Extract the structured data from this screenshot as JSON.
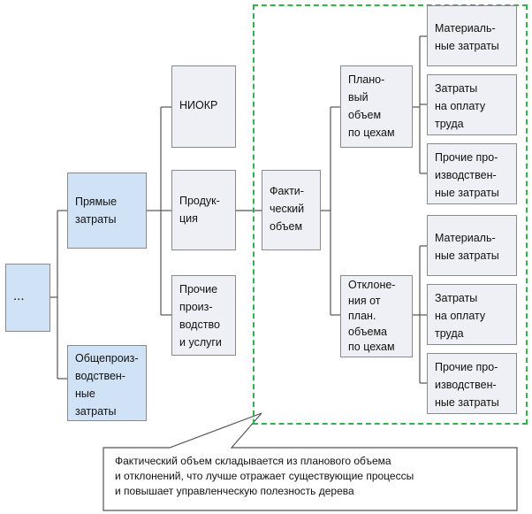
{
  "root": {
    "label": "..."
  },
  "level1": [
    {
      "label": "Прямые\nзатраты"
    },
    {
      "label": "Общепроиз-\nводствен-\nные\nзатраты"
    }
  ],
  "level2": [
    {
      "label": "НИОКР"
    },
    {
      "label": "Продук-\nция"
    },
    {
      "label": "Прочие\nпроиз-\nводство\nи услуги"
    }
  ],
  "level3": {
    "label": "Факти-\nческий\nобъем"
  },
  "level4": [
    {
      "label": "Плано-\nвый\nобъем\nпо цехам"
    },
    {
      "label": "Отклоне-\nния от\nплан.\nобъема\nпо цехам"
    }
  ],
  "level5_planned": [
    {
      "label": "Материаль-\nные затраты"
    },
    {
      "label": "Затраты\nна оплату\nтруда"
    },
    {
      "label": "Прочие про-\nизводствен-\nные затраты"
    }
  ],
  "level5_deviation": [
    {
      "label": "Материаль-\nные затраты"
    },
    {
      "label": "Затраты\nна оплату\nтруда"
    },
    {
      "label": "Прочие про-\nизводствен-\nные затраты"
    }
  ],
  "callout": {
    "lines": [
      "Фактический объем складывается из планового объема",
      "и отклонений, что лучше отражает существующие процессы",
      "и повышает управленческую полезность дерева"
    ]
  },
  "colors": {
    "blue_box": "#cfe2f6",
    "grey_box": "#efeff6",
    "dashed_border": "#34b24a",
    "connector": "#555555"
  }
}
